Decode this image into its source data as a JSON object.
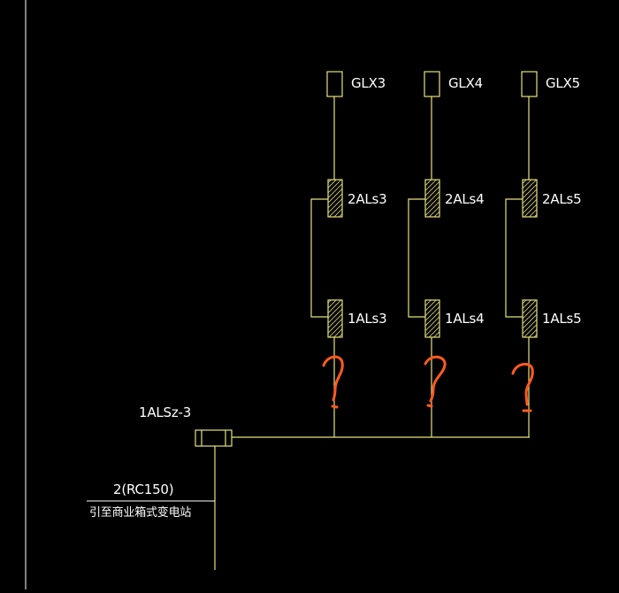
{
  "diagram": {
    "colors": {
      "background": "#000000",
      "line": "#e6e27a",
      "text": "#ffffff",
      "annotation": "#ff5a1f"
    },
    "branches": [
      {
        "top_label": "GLX3",
        "mid_label": "2ALs3",
        "bottom_label": "1ALs3"
      },
      {
        "top_label": "GLX4",
        "mid_label": "2ALs4",
        "bottom_label": "1ALs4"
      },
      {
        "top_label": "GLX5",
        "mid_label": "2ALs5",
        "bottom_label": "1ALs5"
      }
    ],
    "junction_label": "1ALSz-3",
    "feeder_cable_label": "2(RC150)",
    "feeder_destination_label": "引至商业箱式变电站",
    "annotation_mark": "?"
  }
}
